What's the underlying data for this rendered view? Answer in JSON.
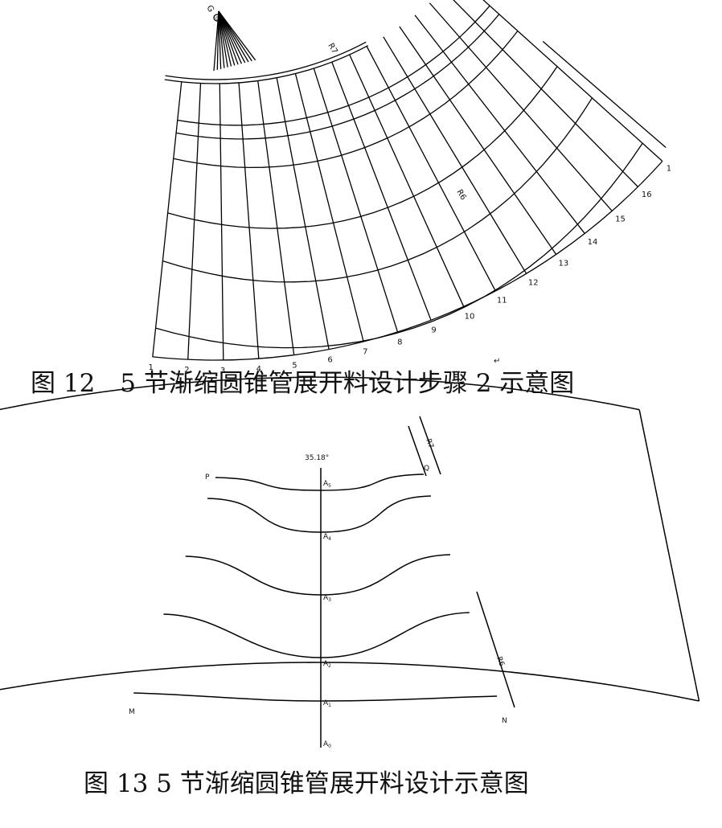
{
  "figure1": {
    "apex_label": "G",
    "top_circle_label": "0",
    "arc_label_top": "R7",
    "arc_label_outer": "R6",
    "division_numbers": [
      "1",
      "2",
      "3",
      "4",
      "5",
      "6",
      "7",
      "8",
      "9",
      "10",
      "11",
      "12",
      "13",
      "14",
      "15",
      "16",
      "1"
    ],
    "caption": "图 12　5 节渐缩圆锥管展开料设计步骤 2 示意图",
    "return_mark": "↵"
  },
  "figure2": {
    "angle_label": "35.18°",
    "corner_labels": {
      "P": "P",
      "Q": "Q",
      "M": "M",
      "N": "N"
    },
    "radius_labels": {
      "top": "R7",
      "side": "R6"
    },
    "center_points": [
      {
        "letter": "A",
        "sub": "5"
      },
      {
        "letter": "A",
        "sub": "4"
      },
      {
        "letter": "A",
        "sub": "3"
      },
      {
        "letter": "A",
        "sub": "2"
      },
      {
        "letter": "A",
        "sub": "1"
      },
      {
        "letter": "A",
        "sub": "0"
      }
    ],
    "caption": "图 13 5 节渐缩圆锥管展开料设计示意图"
  }
}
